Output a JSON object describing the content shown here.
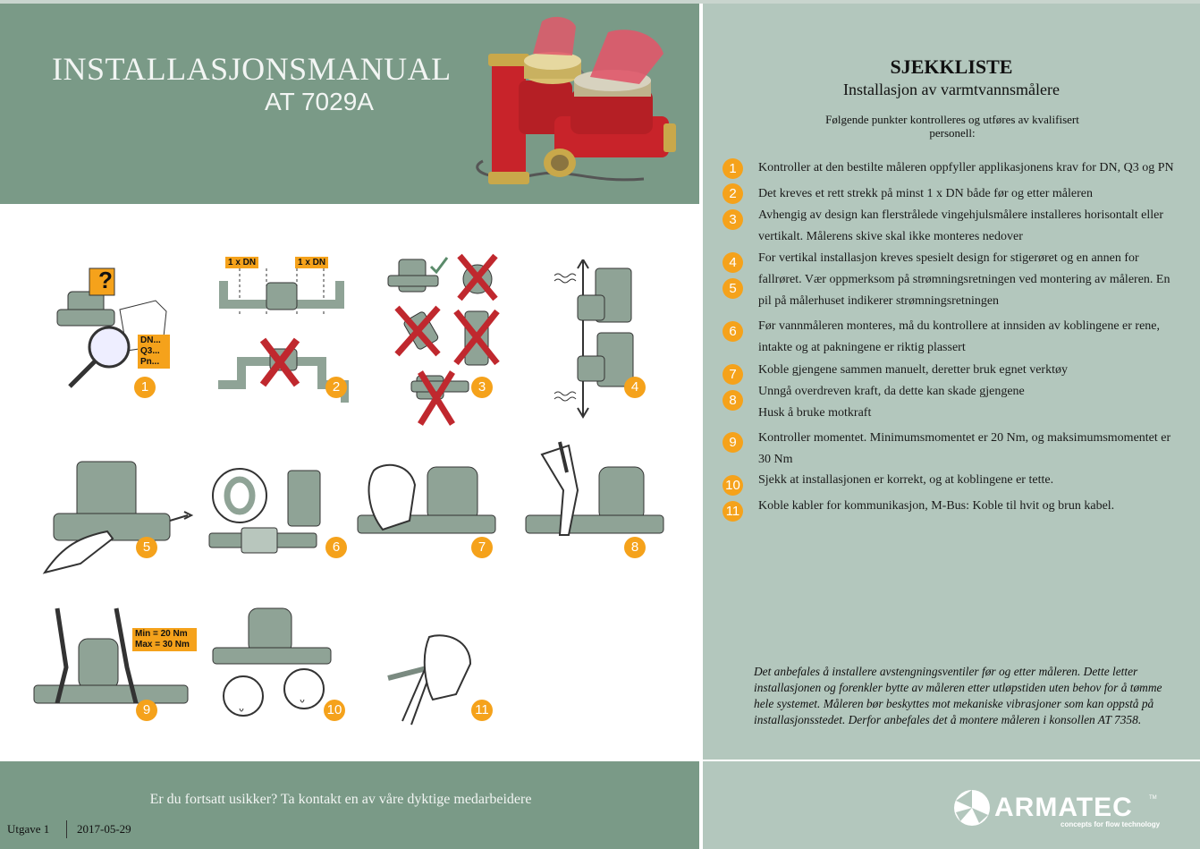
{
  "header": {
    "title": "INSTALLASJONSMANUAL",
    "model": "AT 7029A"
  },
  "checklist": {
    "title": "SJEKKLISTE",
    "subtitle": "Installasjon av varmtvannsmålere",
    "intro": "Følgende punkter kontrolleres og utføres av kvalifisert personell:",
    "items": [
      {
        "num": "1",
        "text": "Kontroller at den bestilte måleren oppfyller applikasjonens krav for DN, Q3 og PN"
      },
      {
        "num": "2",
        "text": "Det kreves et rett strekk på minst 1 x DN både før og etter måleren"
      },
      {
        "num": "3",
        "text": "Avhengig av design kan flerstrålede vingehjulsmålere installeres horisontalt eller vertikalt. Målerens skive skal ikke monteres nedover"
      },
      {
        "num": "4",
        "text": "For vertikal installasjon kreves spesielt design for stigerøret og en annen for"
      },
      {
        "num": "5",
        "text": "fallrøret. Vær oppmerksom på strømningsretningen ved montering av måleren. En pil på målerhuset indikerer strømningsretningen"
      },
      {
        "num": "6",
        "text": "Før vannmåleren monteres, må du kontrollere at innsiden av koblingene er rene, intakte og at pakningene er riktig plassert"
      },
      {
        "num": "7",
        "text": "Koble gjengene sammen manuelt, deretter bruk egnet verktøy"
      },
      {
        "num": "8",
        "text": "Unngå overdreven kraft, da dette kan skade gjengene"
      },
      {
        "num": "",
        "text": "Husk å bruke motkraft"
      },
      {
        "num": "9",
        "text": "Kontroller momentet. Minimumsmomentet er 20 Nm, og maksimumsmomentet er 30 Nm"
      },
      {
        "num": "10",
        "text": "Sjekk at installasjonen er korrekt, og at koblingene er tette."
      },
      {
        "num": "11",
        "text": "Koble kabler for kommunikasjon, M-Bus: Koble til hvit og brun kabel."
      }
    ],
    "note": "Det anbefales å installere avstengningsventiler før og etter måleren. Dette letter installasjonen og forenkler bytte av måleren etter utløpstiden uten behov for å tømme hele systemet. Måleren bør beskyttes mot mekaniske vibrasjoner som kan oppstå på installasjonsstedet. Derfor anbefales det å montere måleren i konsollen AT 7358."
  },
  "illustrations": {
    "steps": [
      "1",
      "2",
      "3",
      "4",
      "5",
      "6",
      "7",
      "8",
      "9",
      "10",
      "11"
    ],
    "dn_label": "1 x DN",
    "spec_labels": [
      "DN...",
      "Q3...",
      "Pn..."
    ],
    "torque_min": "Min = 20 Nm",
    "torque_max": "Max = 30 Nm",
    "question": "?"
  },
  "footer": {
    "contact": "Er du fortsatt usikker? Ta kontakt en av våre dyktige medarbeidere",
    "version": "Utgave 1",
    "date": "2017-05-29"
  },
  "brand": {
    "name": "ARMATEC",
    "tagline": "concepts for flow technology",
    "tm": "TM"
  },
  "colors": {
    "accent": "#f5a21b",
    "header_green": "#7a9a87",
    "panel_green": "#b3c7bd",
    "cross_red": "#c0282e",
    "meter_red": "#c8232a"
  }
}
